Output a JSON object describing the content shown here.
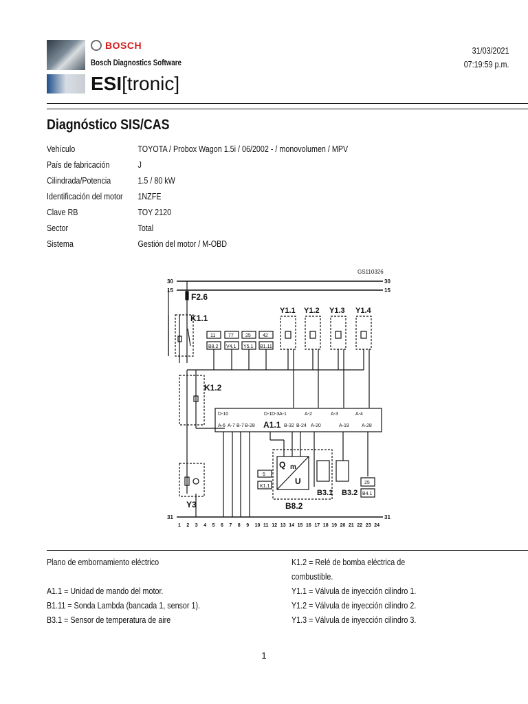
{
  "header": {
    "date": "31/03/2021",
    "time": "07:19:59 p.m.",
    "brand": "BOSCH",
    "software": "Bosch Diagnostics Software",
    "product_bold": "ESI",
    "product_rest": "[tronic]"
  },
  "title": "Diagnóstico SIS/CAS",
  "vehicle_info": [
    {
      "label": "Vehículo",
      "value": "TOYOTA / Probox Wagon 1.5i / 06/2002 -  / monovolumen / MPV"
    },
    {
      "label": "País de fabricación",
      "value": "J"
    },
    {
      "label": "Cilindrada/Potencia",
      "value": "1.5 / 80 kW"
    },
    {
      "label": "Identificación del motor",
      "value": "1NZFE"
    },
    {
      "label": "Clave RB",
      "value": "TOY 2120"
    },
    {
      "label": "Sector",
      "value": "Total"
    },
    {
      "label": "Sistema",
      "value": "Gestión del motor / M-OBD"
    }
  ],
  "diagram": {
    "ref": "GS110326",
    "rail_30": "30",
    "rail_15": "15",
    "rail_31": "31",
    "fuse": "F2.6",
    "relay1": "K1.1",
    "relay2": "K1.2",
    "injectors": [
      "Y1.1",
      "Y1.2",
      "Y1.3",
      "Y1.4"
    ],
    "ecu": "A1.1",
    "pump": "Y3",
    "maf": "B8.2",
    "maf_q": "Q",
    "maf_m": "m",
    "maf_u": "U",
    "sensor1": "B3.1",
    "sensor2": "B3.2",
    "connector_boxes": [
      {
        "num": "11",
        "id": "B8.2"
      },
      {
        "num": "77",
        "id": "V4.1"
      },
      {
        "num": "25",
        "id": "Y5.1"
      },
      {
        "num": "42",
        "id": "B1.11"
      }
    ],
    "box_k11": {
      "num": "5",
      "id": "K1.1"
    },
    "box_b41": {
      "num": "25",
      "id": "B4.1"
    },
    "ecu_pins_top": [
      "D-10",
      "D-1",
      "D-3",
      "A-1",
      "A-2",
      "A-3",
      "A-4"
    ],
    "ecu_pins_bottom": [
      "A-6",
      "A-7",
      "B-7",
      "B-28",
      "B-32",
      "B-24",
      "A-20",
      "A-19",
      "A-28"
    ],
    "bottom_numbers": [
      "1",
      "2",
      "3",
      "4",
      "5",
      "6",
      "7",
      "8",
      "9",
      "10",
      "11",
      "12",
      "13",
      "14",
      "15",
      "16",
      "17",
      "18",
      "19",
      "20",
      "21",
      "22",
      "23",
      "24"
    ]
  },
  "legend_left": [
    "Plano de embornamiento eléctrico",
    "",
    "A1.1 = Unidad de mando del motor.",
    "B1.11 = Sonda Lambda (bancada 1, sensor 1).",
    "B3.1 = Sensor de temperatura de aire"
  ],
  "legend_right": [
    "K1.2 = Relé de bomba eléctrica de",
    "combustible.",
    "Y1.1 = Válvula de inyección cilindro 1.",
    "Y1.2 = Válvula de inyección cilindro 2.",
    "Y1.3 = Válvula de inyección cilindro 3."
  ],
  "page_number": "1"
}
